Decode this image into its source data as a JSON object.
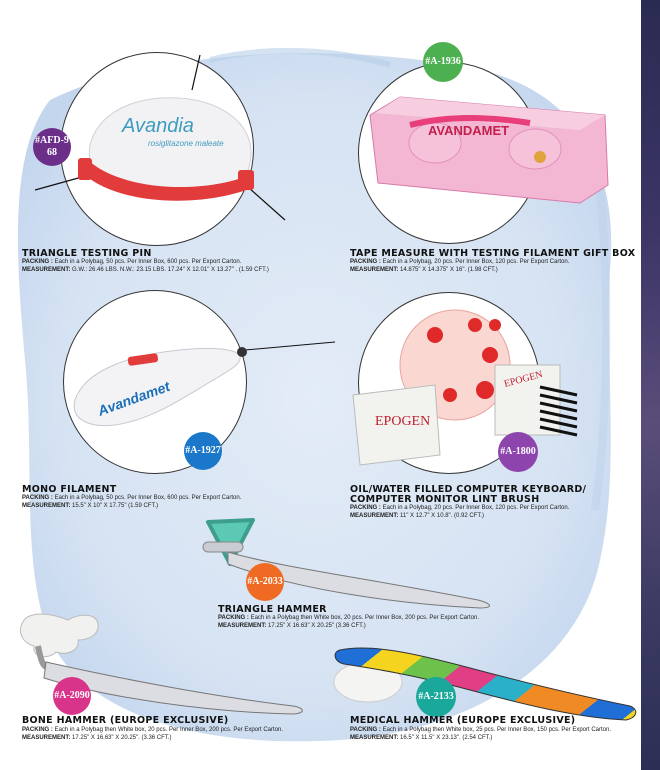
{
  "products": [
    {
      "id": "triangle-testing-pin",
      "badge": "#AFD-968",
      "badge_color": "#6b2f8a",
      "title": "TRIANGLE TESTING PIN",
      "packing_label": "PACKING :",
      "packing": "Each in a Polybag, 50 pcs.  Per Inner Box, 600 pcs.  Per Export Carton.",
      "measurement_label": "MEASUREMENT:",
      "measurement": "G.W.: 26.46 LBS.  N.W.: 23.15 LBS.  17.24\" X 12.01\" X 13.27\" . (1.59 CFT.)",
      "logo": "Avandia",
      "logo_sub": "rosiglitazone maleate"
    },
    {
      "id": "tape-measure-gift-box",
      "badge": "#A-1936",
      "badge_color": "#4caf50",
      "title": "TAPE MEASURE WITH TESTING FILAMENT GIFT BOX",
      "packing_label": "PACKING :",
      "packing": "Each in a Polybag, 20 pcs.  Per Inner Box, 120 pcs.  Per Export Carton.",
      "measurement_label": "MEASUREMENT:",
      "measurement": "14.875\" X 14.375\" X 16\". (1.98 CFT.)",
      "logo": "AVANDAMET"
    },
    {
      "id": "mono-filament",
      "badge": "#A-1927",
      "badge_color": "#1a77c9",
      "title": "MONO FILAMENT",
      "packing_label": "PACKING :",
      "packing": "Each in a Polybag, 50 pcs.  Per Inner Box, 600 pcs.  Per Export Carton.",
      "measurement_label": "MEASUREMENT:",
      "measurement": "15.5\" X 10\" X 17.75\" (1.59 CFT.)",
      "logo": "Avandamet"
    },
    {
      "id": "lint-brush",
      "badge": "#A-1800",
      "badge_color": "#8e44ad",
      "title_line1": "OIL/WATER FILLED COMPUTER KEYBOARD/",
      "title_line2": "COMPUTER MONITOR LINT BRUSH",
      "packing_label": "PACKING :",
      "packing": "Each in a Polybag, 20 pcs.  Per Inner Box, 120 pcs.  Per Export Carton.",
      "measurement_label": "MEASUREMENT:",
      "measurement": "11\" X 12.7\" X 10.8\". (0.92 CFT.)",
      "logo": "EPOGEN"
    },
    {
      "id": "triangle-hammer",
      "badge": "#A-2033",
      "badge_color": "#ef6a22",
      "title": "TRIANGLE HAMMER",
      "packing_label": "PACKING :",
      "packing": "Each in a Polybag then White box, 20 pcs.  Per Inner Box, 200 pcs.  Per Export Carton.",
      "measurement_label": "MEASUREMENT:",
      "measurement": "17.25\" X 16.63\" X 20.25\" (3.36 CFT.)"
    },
    {
      "id": "bone-hammer",
      "badge": "#A-2090",
      "badge_color": "#d8348a",
      "title": "BONE HAMMER (EUROPE EXCLUSIVE)",
      "packing_label": "PACKING :",
      "packing": "Each in a Polybag then White box, 20 pcs.  Per Inner Box, 200 pcs.  Per Export Carton.",
      "measurement_label": "MEASUREMENT:",
      "measurement": "17.25\" X 16.63\" X 20.25\".  (3.36 CFT.)"
    },
    {
      "id": "medical-hammer",
      "badge": "#A-2133",
      "badge_color": "#1aa89a",
      "title": "MEDICAL HAMMER (EUROPE EXCLUSIVE)",
      "packing_label": "PACKING :",
      "packing": "Each in a Polybag then White box, 25 pcs.  Per Inner Box, 150 pcs.  Per Export Carton.",
      "measurement_label": "MEASUREMENT:",
      "measurement": "16.5\" X 11.5\" X 23.13\". (2.54 CFT.)"
    }
  ]
}
